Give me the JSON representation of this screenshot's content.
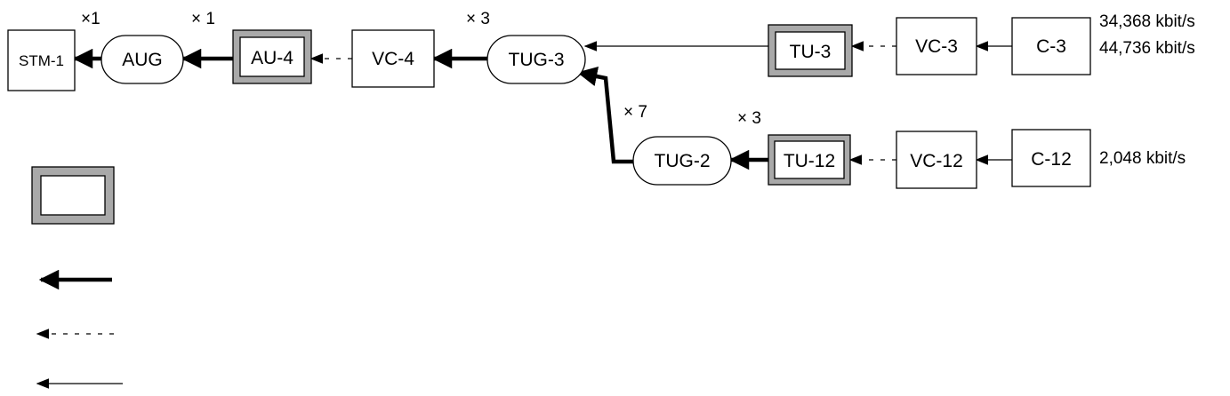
{
  "nodes": {
    "stm1": "STM-1",
    "aug": "AUG",
    "au4": "AU-4",
    "vc4": "VC-4",
    "tug3": "TUG-3",
    "tu3": "TU-3",
    "vc3": "VC-3",
    "c3": "C-3",
    "tug2": "TUG-2",
    "tu12": "TU-12",
    "vc12": "VC-12",
    "c12": "C-12"
  },
  "multipliers": {
    "stm1_aug": "×1",
    "aug_au4": "× 1",
    "tug3_vc4": "× 3",
    "tug2_tug3": "× 7",
    "tu12_tug2": "× 3"
  },
  "rates": {
    "c3_line1": "34,368 kbit/s",
    "c3_line2": "44,736 kbit/s",
    "c12": "2,048 kbit/s"
  }
}
